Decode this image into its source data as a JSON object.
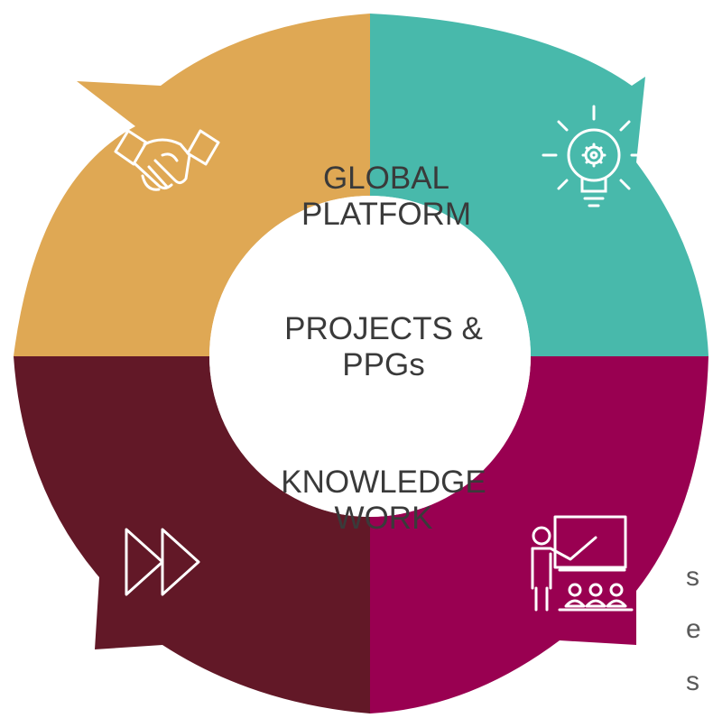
{
  "colors": {
    "top_left": "#dfa854",
    "top_right": "#48b9ab",
    "bottom_right": "#990051",
    "bottom_left": "#621827",
    "center": "#ffffff",
    "text": "#3a3a3a",
    "icon_stroke": "#ffffff"
  },
  "icons": {
    "top_left": "handshake-icon",
    "top_right": "lightbulb-gear-icon",
    "bottom_right": "presentation-teacher-icon",
    "bottom_left": "fast-forward-icon"
  },
  "center_text": {
    "block1": [
      "GLOBAL",
      "PLATFORM"
    ],
    "block2": [
      "PROJECTS &",
      "PPGs"
    ],
    "block3": [
      "KNOWLEDGE",
      "WORK"
    ]
  },
  "edge_text": [
    "s",
    "e",
    "s"
  ]
}
